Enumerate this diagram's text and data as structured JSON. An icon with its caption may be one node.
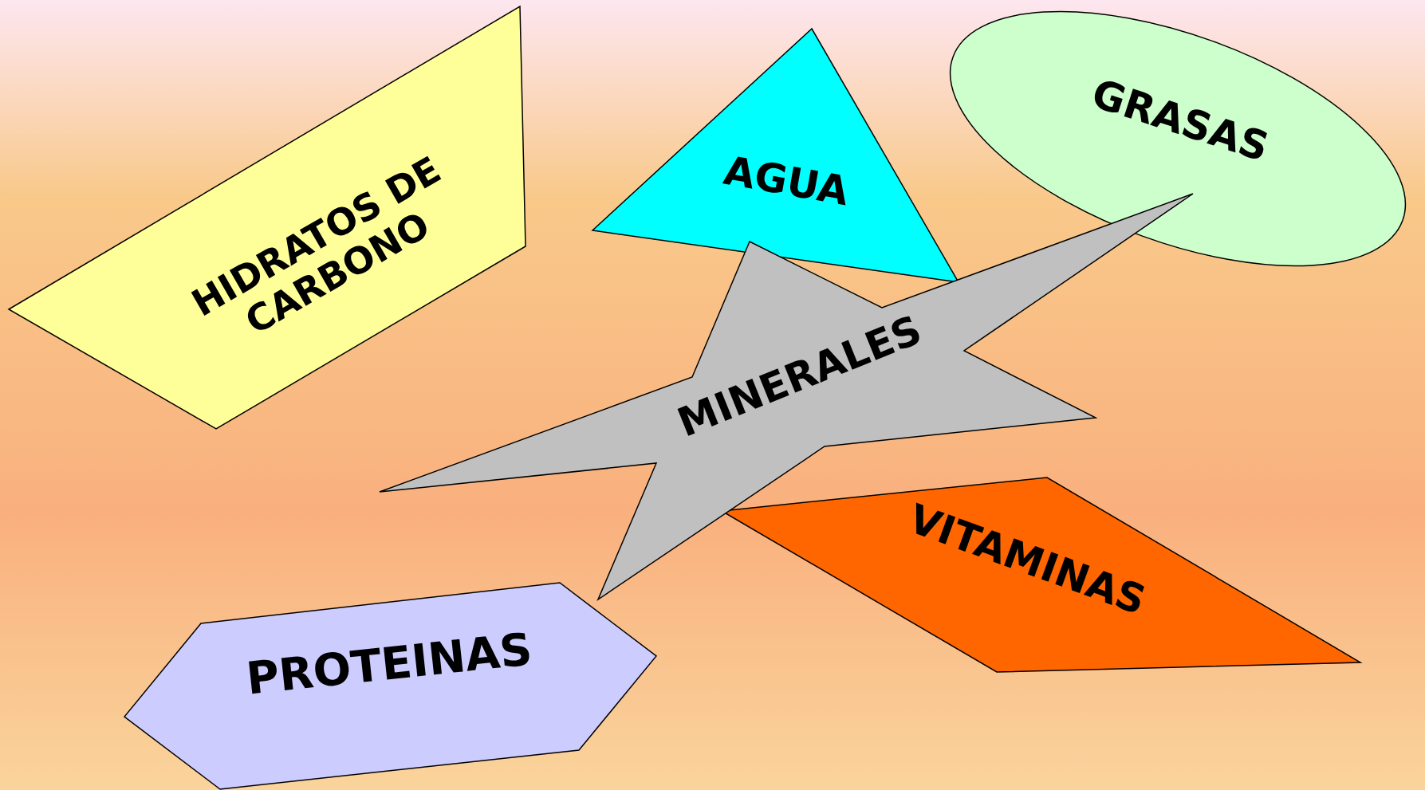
{
  "diagram": {
    "nodes": [
      {
        "text": [
          "HIDRATOS DE CARBONO"
        ]
      },
      {
        "text": [
          "AGUA"
        ]
      },
      {
        "text": [
          "GRASAS"
        ]
      },
      {
        "text": [
          "VITAMINAS"
        ]
      },
      {
        "text": [
          "MINERALES"
        ]
      },
      {
        "text": [
          "PROTEINAS"
        ]
      }
    ]
  }
}
